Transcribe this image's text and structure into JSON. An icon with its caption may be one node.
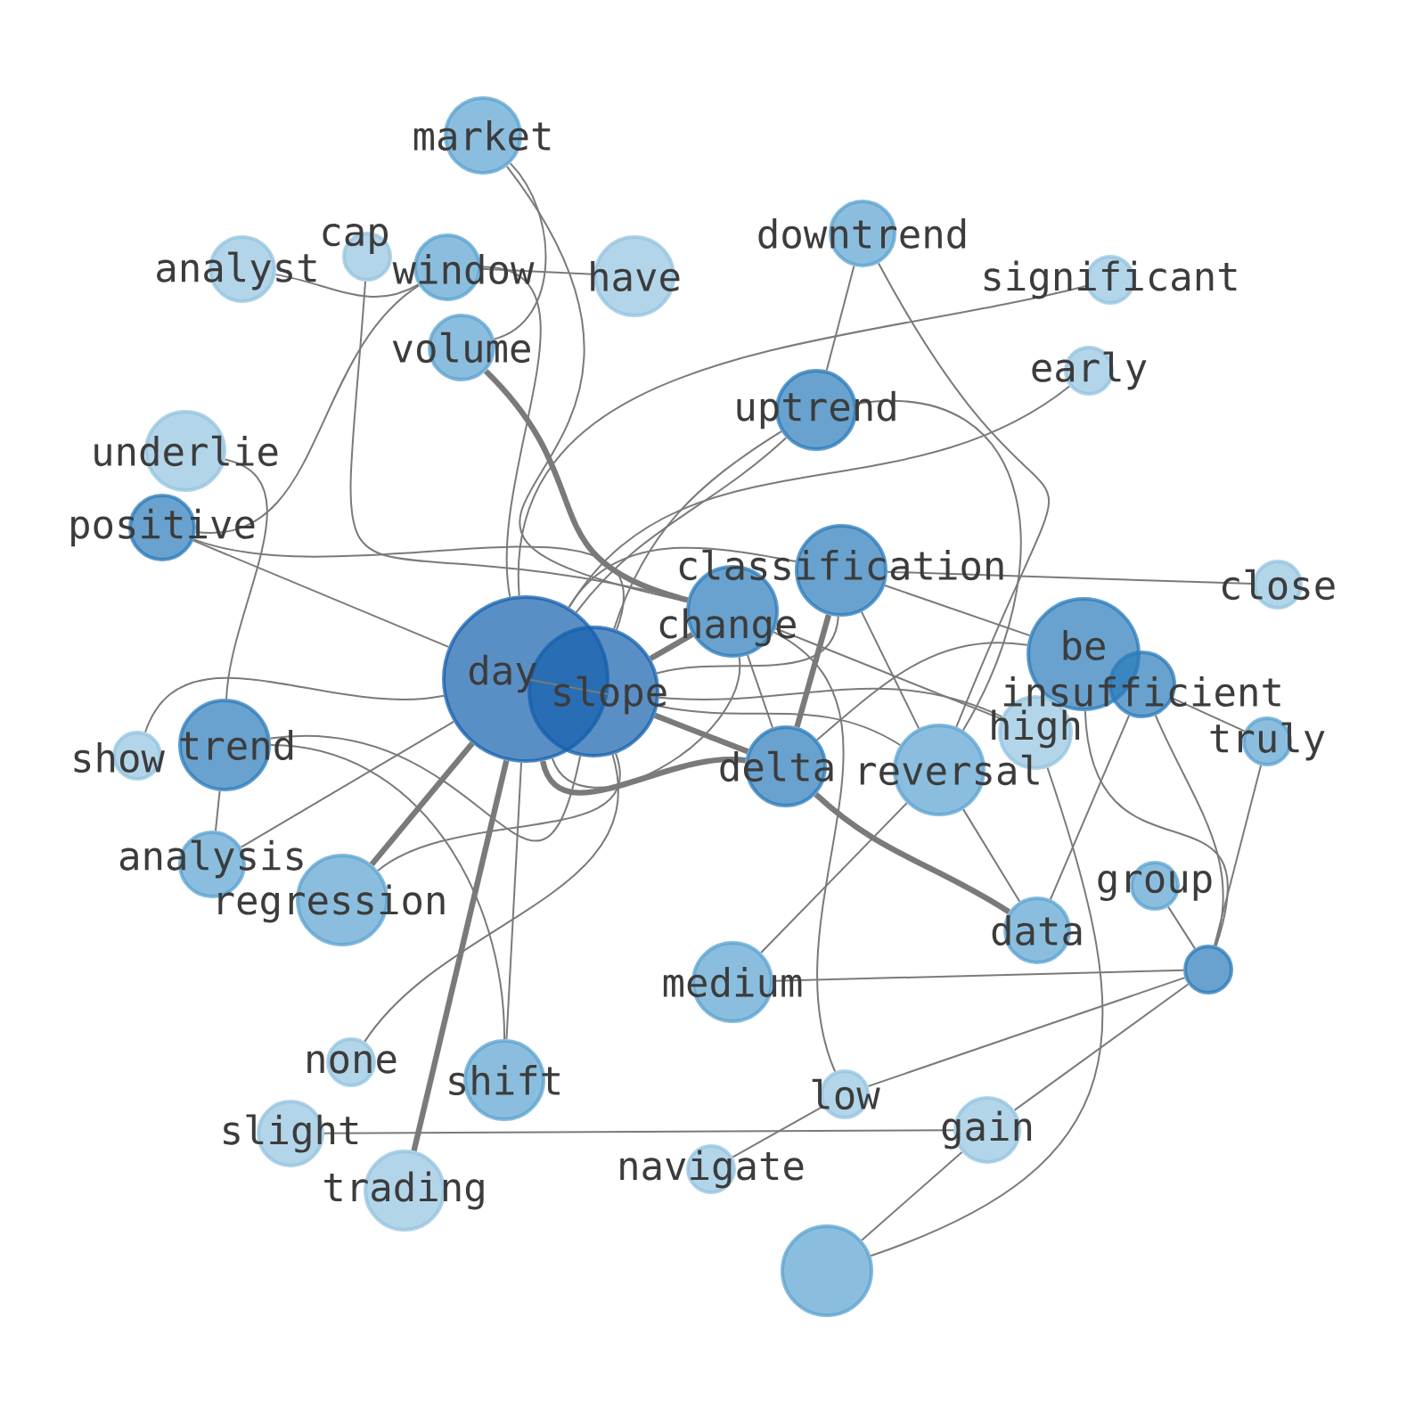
{
  "diagram": {
    "nodes": [
      {
        "text": [
          "market"
        ]
      },
      {
        "text": [
          "analyst"
        ]
      },
      {
        "text": [
          "cap"
        ]
      },
      {
        "text": [
          "window"
        ]
      },
      {
        "text": [
          "have"
        ]
      },
      {
        "text": [
          "downtrend"
        ]
      },
      {
        "text": [
          "significant"
        ]
      },
      {
        "text": [
          "volume"
        ]
      },
      {
        "text": [
          "early"
        ]
      },
      {
        "text": [
          "uptrend"
        ]
      },
      {
        "text": [
          "underlie"
        ]
      },
      {
        "text": [
          "positive"
        ]
      },
      {
        "text": [
          "close"
        ]
      },
      {
        "text": [
          "classification"
        ]
      },
      {
        "text": [
          "change"
        ]
      },
      {
        "text": [
          "day"
        ]
      },
      {
        "text": [
          "slope"
        ]
      },
      {
        "text": [
          "be"
        ]
      },
      {
        "text": [
          "insufficient"
        ]
      },
      {
        "text": [
          "high"
        ]
      },
      {
        "text": [
          "truly"
        ]
      },
      {
        "text": [
          "show"
        ]
      },
      {
        "text": [
          "trend"
        ]
      },
      {
        "text": [
          "delta"
        ]
      },
      {
        "text": [
          "reversal"
        ]
      },
      {
        "text": [
          "analysis"
        ]
      },
      {
        "text": [
          "regression"
        ]
      },
      {
        "text": [
          "group"
        ]
      },
      {
        "text": [
          "data"
        ]
      },
      {
        "text": [],
        "shape": "circle"
      },
      {
        "text": [
          "medium"
        ]
      },
      {
        "text": [
          "none"
        ]
      },
      {
        "text": [
          "low"
        ]
      },
      {
        "text": [
          "slight"
        ]
      },
      {
        "text": [
          "shift"
        ]
      },
      {
        "text": [
          "navigate"
        ]
      },
      {
        "text": [
          "gain"
        ]
      },
      {
        "text": [
          "trading"
        ]
      },
      {
        "text": [],
        "shape": "circle"
      }
    ],
    "edges": [
      {
        "from": 0,
        "to": 7,
        "arrow": "none"
      },
      {
        "from": 0,
        "to": 14,
        "arrow": "none"
      },
      {
        "from": 1,
        "to": 3,
        "arrow": "none"
      },
      {
        "from": 3,
        "to": 4,
        "arrow": "none"
      },
      {
        "from": 2,
        "to": 14,
        "arrow": "none"
      },
      {
        "from": 7,
        "to": 14,
        "arrow": "none",
        "style": "thick"
      },
      {
        "from": 3,
        "to": 15,
        "arrow": "none"
      },
      {
        "from": 3,
        "to": 11,
        "arrow": "none"
      },
      {
        "from": 10,
        "to": 22,
        "arrow": "none"
      },
      {
        "from": 11,
        "to": 15,
        "arrow": "none"
      },
      {
        "from": 11,
        "to": 16,
        "arrow": "none"
      },
      {
        "from": 5,
        "to": 9,
        "arrow": "none"
      },
      {
        "from": 5,
        "to": 24,
        "arrow": "none"
      },
      {
        "from": 6,
        "to": 15,
        "arrow": "none"
      },
      {
        "from": 8,
        "to": 15,
        "arrow": "none"
      },
      {
        "from": 9,
        "to": 15,
        "arrow": "none"
      },
      {
        "from": 9,
        "to": 16,
        "arrow": "none"
      },
      {
        "from": 9,
        "to": 24,
        "arrow": "none"
      },
      {
        "from": 13,
        "to": 12,
        "arrow": "none"
      },
      {
        "from": 13,
        "to": 17,
        "arrow": "none"
      },
      {
        "from": 13,
        "to": 23,
        "arrow": "none",
        "style": "thick"
      },
      {
        "from": 13,
        "to": 24,
        "arrow": "none"
      },
      {
        "from": 14,
        "to": 19,
        "arrow": "none"
      },
      {
        "from": 14,
        "to": 23,
        "arrow": "none"
      },
      {
        "from": 14,
        "to": 32,
        "arrow": "none"
      },
      {
        "from": 15,
        "to": 14,
        "arrow": "none"
      },
      {
        "from": 16,
        "to": 14,
        "arrow": "none",
        "style": "thick"
      },
      {
        "from": 15,
        "to": 13,
        "arrow": "none"
      },
      {
        "from": 16,
        "to": 13,
        "arrow": "none"
      },
      {
        "from": 15,
        "to": 16,
        "arrow": "none"
      },
      {
        "from": 15,
        "to": 23,
        "arrow": "none",
        "style": "thick"
      },
      {
        "from": 16,
        "to": 23,
        "arrow": "none",
        "style": "thick"
      },
      {
        "from": 16,
        "to": 24,
        "arrow": "none"
      },
      {
        "from": 16,
        "to": 19,
        "arrow": "none"
      },
      {
        "from": 23,
        "to": 17,
        "arrow": "none"
      },
      {
        "from": 23,
        "to": 28,
        "arrow": "none",
        "style": "thick"
      },
      {
        "from": 24,
        "to": 28,
        "arrow": "none"
      },
      {
        "from": 28,
        "to": 18,
        "arrow": "none"
      },
      {
        "from": 17,
        "to": 29,
        "arrow": "none"
      },
      {
        "from": 18,
        "to": 29,
        "arrow": "none"
      },
      {
        "from": 18,
        "to": 20,
        "arrow": "none"
      },
      {
        "from": 27,
        "to": 29,
        "arrow": "none"
      },
      {
        "from": 20,
        "to": 29,
        "arrow": "none"
      },
      {
        "from": 30,
        "to": 29,
        "arrow": "none"
      },
      {
        "from": 24,
        "to": 30,
        "arrow": "none"
      },
      {
        "from": 19,
        "to": 38,
        "arrow": "none"
      },
      {
        "from": 29,
        "to": 32,
        "arrow": "none"
      },
      {
        "from": 32,
        "to": 35,
        "arrow": "none"
      },
      {
        "from": 29,
        "to": 36,
        "arrow": "none"
      },
      {
        "from": 36,
        "to": 38,
        "arrow": "none"
      },
      {
        "from": 33,
        "to": 36,
        "arrow": "none"
      },
      {
        "from": 21,
        "to": 15,
        "arrow": "none"
      },
      {
        "from": 22,
        "to": 16,
        "arrow": "none"
      },
      {
        "from": 22,
        "to": 25,
        "arrow": "none"
      },
      {
        "from": 22,
        "to": 34,
        "arrow": "none"
      },
      {
        "from": 25,
        "to": 15,
        "arrow": "none"
      },
      {
        "from": 26,
        "to": 15,
        "arrow": "none",
        "style": "thick"
      },
      {
        "from": 26,
        "to": 16,
        "arrow": "none"
      },
      {
        "from": 31,
        "to": 16,
        "arrow": "none"
      },
      {
        "from": 37,
        "to": 15,
        "arrow": "none",
        "style": "thick"
      },
      {
        "from": 34,
        "to": 15,
        "arrow": "none"
      }
    ]
  }
}
